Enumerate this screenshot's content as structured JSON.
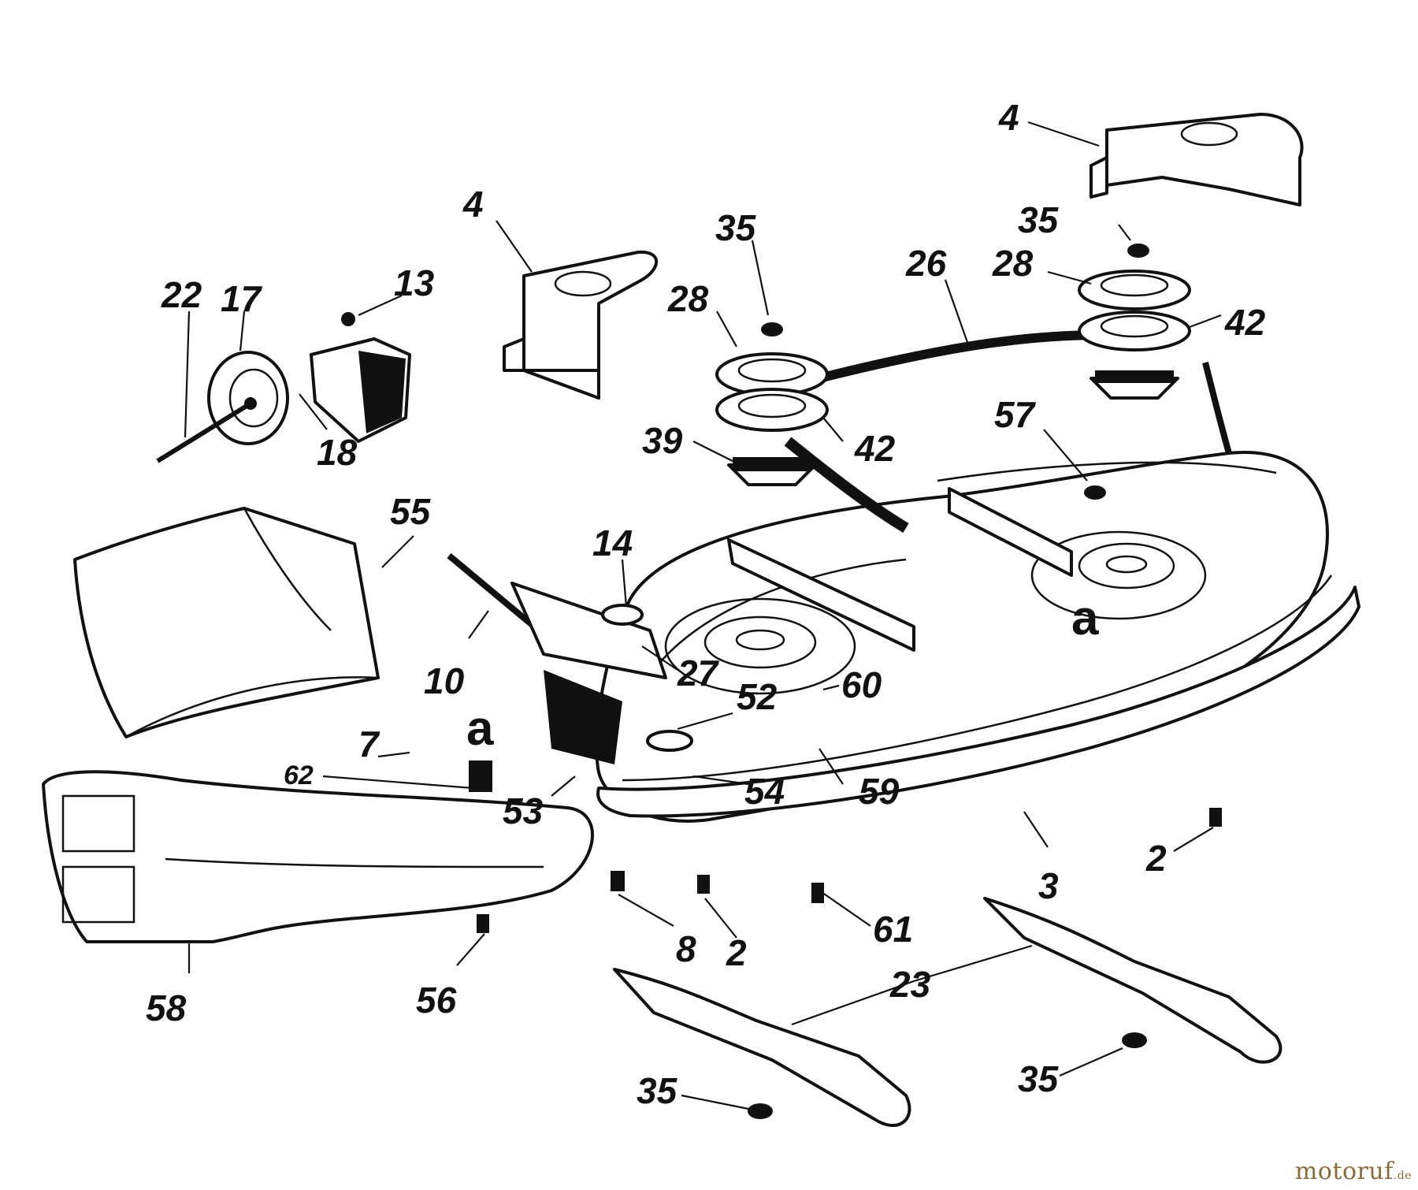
{
  "labels": {
    "p4_left": "4",
    "p4_right": "4",
    "p35_mid": "35",
    "p35_right": "35",
    "p26": "26",
    "p28_left": "28",
    "p28_right": "28",
    "p42_left": "42",
    "p42_right": "42",
    "p39": "39",
    "p57": "57",
    "p22": "22",
    "p17": "17",
    "p13": "13",
    "p18": "18",
    "p55": "55",
    "p14": "14",
    "p10": "10",
    "p27": "27",
    "p52": "52",
    "p60": "60",
    "p7": "7",
    "p62": "62",
    "p53": "53",
    "p54": "54",
    "p59": "59",
    "p58": "58",
    "p56": "56",
    "p8": "8",
    "p2_mid": "2",
    "p2_right": "2",
    "p61": "61",
    "p3": "3",
    "p23": "23",
    "p35_blade_left": "35",
    "p35_blade_right": "35"
  },
  "markers": {
    "a_left": "a",
    "a_right": "a"
  },
  "watermark": {
    "brand": "motoruf",
    "suffix": ".de"
  },
  "colors": {
    "ink": "#111111",
    "watermark": "#8c6a3c"
  }
}
